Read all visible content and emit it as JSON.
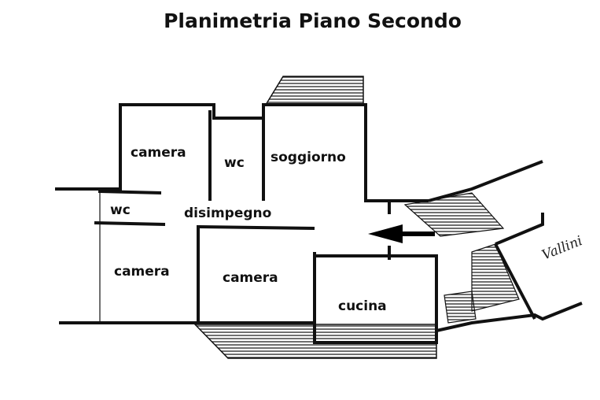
{
  "title": "Planimetria Piano Secondo",
  "rooms": {
    "camera_top": "camera",
    "wc_top": "wc",
    "soggiorno": "soggiorno",
    "wc_small": "wc",
    "disimpegno": "disimpegno",
    "camera_bottom_left": "camera",
    "camera_bottom_mid": "camera",
    "cucina": "cucina"
  },
  "signature": "Vallini"
}
